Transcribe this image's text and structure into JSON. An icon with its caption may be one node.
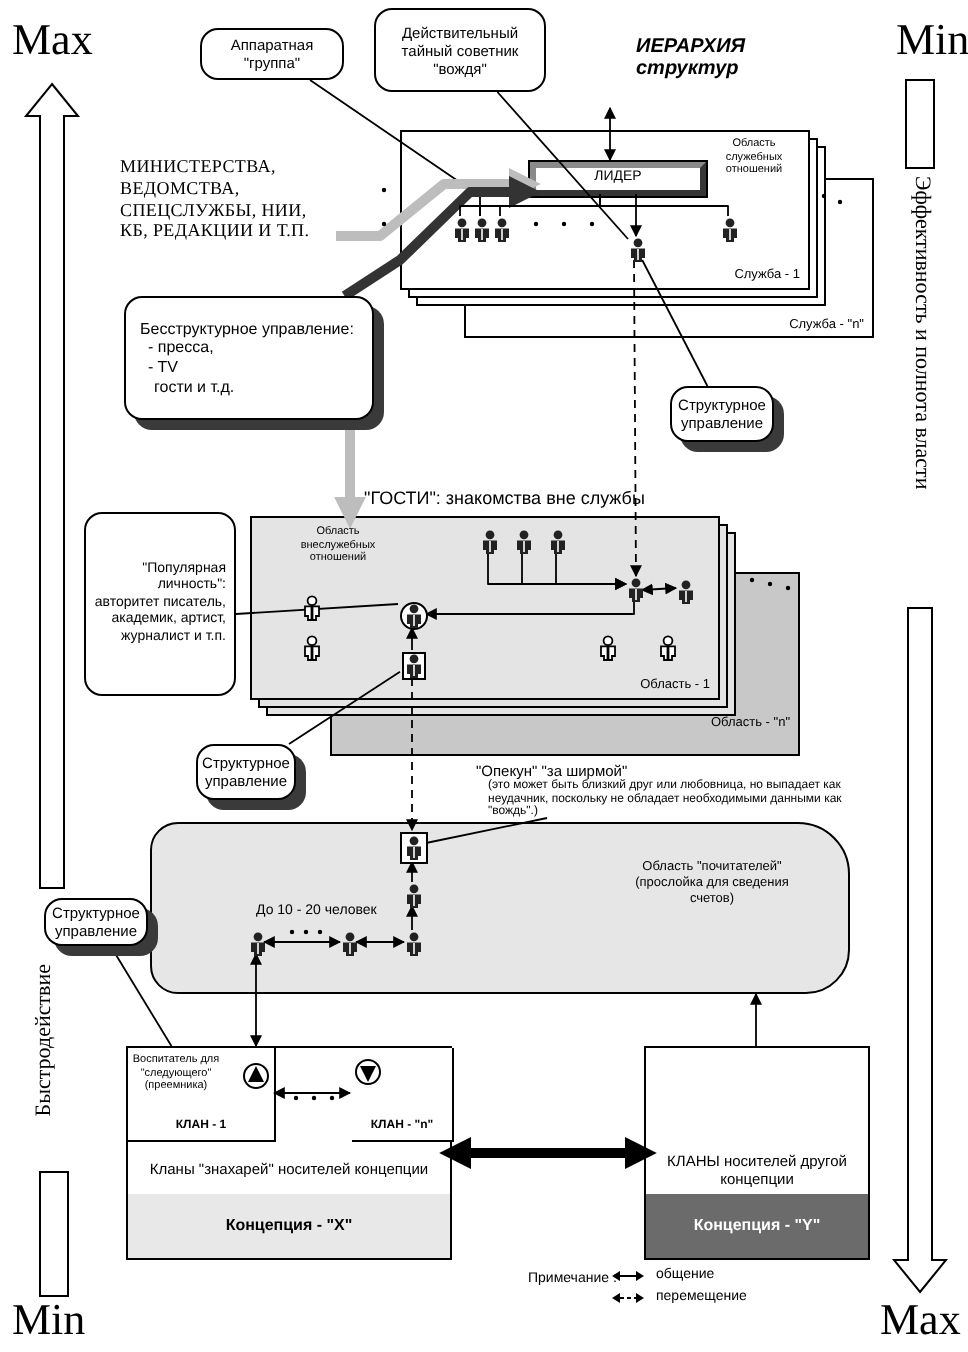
{
  "diagram": {
    "nodes": [
      {
        "text": [
          "Аппаратная \"группа\""
        ]
      },
      {
        "text": [
          "Действительный тайный советник \"вождя\""
        ]
      },
      {
        "text": [
          "МИНИСТЕРСТВА, ВЕДОМСТВА, СПЕЦСЛУЖБЫ, НИИ, КБ, РЕДАКЦИИ И Т.П."
        ]
      },
      {
        "text": [
          "Область служебных отношений",
          "Служба - 1"
        ],
        "beside": [
          "Служба - \"n\""
        ]
      },
      {
        "text": [
          "ЛИДЕР"
        ],
        "in": 3
      },
      {
        "text": [],
        "shape": "person",
        "in": 3
      },
      {
        "text": [],
        "shape": "person",
        "in": 3
      },
      {
        "text": [
          "Бесструктурное управление:",
          "- пресса,",
          "- TV",
          "гости и т.д."
        ]
      },
      {
        "text": [
          "Структурное управление"
        ]
      },
      {
        "text": [
          "\"ГОСТИ\": знакомства вне службы",
          "Область внеслужебных отношений",
          "Область - 1"
        ],
        "beside": [
          "Область - \"n\""
        ]
      },
      {
        "text": [
          "\"Популярная личность\": авторитет писатель, академик, артист, журналист и т.п."
        ]
      },
      {
        "text": [],
        "shape": "person",
        "in": 9
      },
      {
        "text": [],
        "shape": "person",
        "in": 9
      },
      {
        "text": [],
        "shape": "person",
        "in": 9
      },
      {
        "text": [
          "Структурное управление"
        ]
      },
      {
        "text": [
          "\"Опекун\" \"за ширмой\"",
          "(это может быть близкий друг или любовница, но выпадает как неудачник, поскольку не обладает необходимыми данными как \"вождь\".)"
        ]
      },
      {
        "text": [
          "Область \"почитателей\" (прослойка для сведения счетов)"
        ]
      },
      {
        "text": [],
        "shape": "person",
        "in": 16
      },
      {
        "text": [],
        "shape": "person",
        "in": 16
      },
      {
        "text": [
          "Структурное управление"
        ]
      },
      {
        "text": [
          "Кланы \"знахарей\" носителей концепции",
          "Концепция - \"X\""
        ]
      },
      {
        "text": [
          "Воспитатель для \"следующего\" (преемника)",
          "КЛАН - 1"
        ],
        "in": 20
      },
      {
        "text": [
          "КЛАН - \"n\""
        ],
        "in": 20
      },
      {
        "text": [
          "КЛАНЫ носителей другой концепции",
          "Концепция - \"Y\""
        ]
      },
      {
        "text": [],
        "shape": "person",
        "in": 16
      },
      {
        "text": [],
        "shape": "person",
        "in": 9
      },
      {
        "text": [],
        "shape": "person",
        "in": 9
      },
      {
        "text": [],
        "shape": "person",
        "in": 9
      },
      {
        "text": [],
        "shape": "person",
        "in": 9
      },
      {
        "text": [],
        "shape": "person",
        "in": 3
      },
      {
        "text": [],
        "shape": "person",
        "in": 3
      },
      {
        "text": [],
        "shape": "person",
        "in": 3
      },
      {
        "text": [],
        "shape": "person",
        "in": 16
      },
      {
        "text": [],
        "shape": "person",
        "in": 16
      }
    ],
    "edges": [
      {
        "from": 0,
        "to": 5,
        "arrow": "none"
      },
      {
        "from": 1,
        "to": 6,
        "arrow": "none"
      },
      {
        "from": 8,
        "to": 6,
        "arrow": "none"
      },
      {
        "from": 2,
        "to": 4,
        "arrow": "to",
        "style": "thick",
        "color": "#bdbdbd"
      },
      {
        "from": 7,
        "to": 4,
        "arrow": "to",
        "style": "thick",
        "color": "#333333"
      },
      {
        "from": 7,
        "to": 9,
        "arrow": "to",
        "style": "thick",
        "color": "#bdbdbd"
      },
      {
        "from": 4,
        "to": 6,
        "arrow": "to"
      },
      {
        "from": 6,
        "to": 12,
        "arrow": "to",
        "style": "dashed"
      },
      {
        "from": 10,
        "to": 11,
        "arrow": "none"
      },
      {
        "from": 12,
        "to": 11,
        "arrow": "to"
      },
      {
        "from": 13,
        "to": 11,
        "arrow": "to"
      },
      {
        "from": 14,
        "to": 13,
        "arrow": "none"
      },
      {
        "from": 13,
        "to": 17,
        "arrow": "to",
        "style": "dashed"
      },
      {
        "from": 15,
        "to": 17,
        "arrow": "none"
      },
      {
        "from": 18,
        "to": 32,
        "arrow": "to"
      },
      {
        "from": 32,
        "to": 17,
        "arrow": "to"
      },
      {
        "from": 24,
        "to": 33,
        "arrow": "both"
      },
      {
        "from": 33,
        "to": 18,
        "arrow": "both"
      },
      {
        "from": 24,
        "to": 21,
        "arrow": "both"
      },
      {
        "from": 19,
        "to": 21,
        "arrow": "none"
      },
      {
        "from": 20,
        "to": 23,
        "arrow": "both",
        "style": "thick"
      },
      {
        "from": 23,
        "to": 16,
        "arrow": "to"
      },
      {
        "from": 21,
        "to": 22,
        "arrow": "both"
      },
      {
        "from": null,
        "to": 4,
        "arrow": "both"
      },
      {
        "from": 25,
        "to": 12,
        "arrow": "to"
      },
      {
        "from": 26,
        "to": 12,
        "arrow": "to"
      },
      {
        "from": 27,
        "to": 12,
        "arrow": "to"
      },
      {
        "from": 28,
        "to": 12,
        "arrow": "both"
      },
      {
        "from": 4,
        "to": 29,
        "arrow": "none"
      },
      {
        "from": 4,
        "to": 5,
        "arrow": "none"
      },
      {
        "from": 4,
        "to": 30,
        "arrow": "none"
      },
      {
        "from": 4,
        "to": 31,
        "arrow": "none"
      }
    ],
    "labels": [
      "Max",
      "Min",
      "ИЕРАРХИЯ структур",
      "Эффективность и полнота власти",
      "До 10 - 20 человек",
      "Быстродействие",
      "Примечание :",
      "Min",
      "Max"
    ],
    "legend": [
      {
        "text": "общение"
      },
      {
        "text": "перемещение"
      }
    ]
  }
}
